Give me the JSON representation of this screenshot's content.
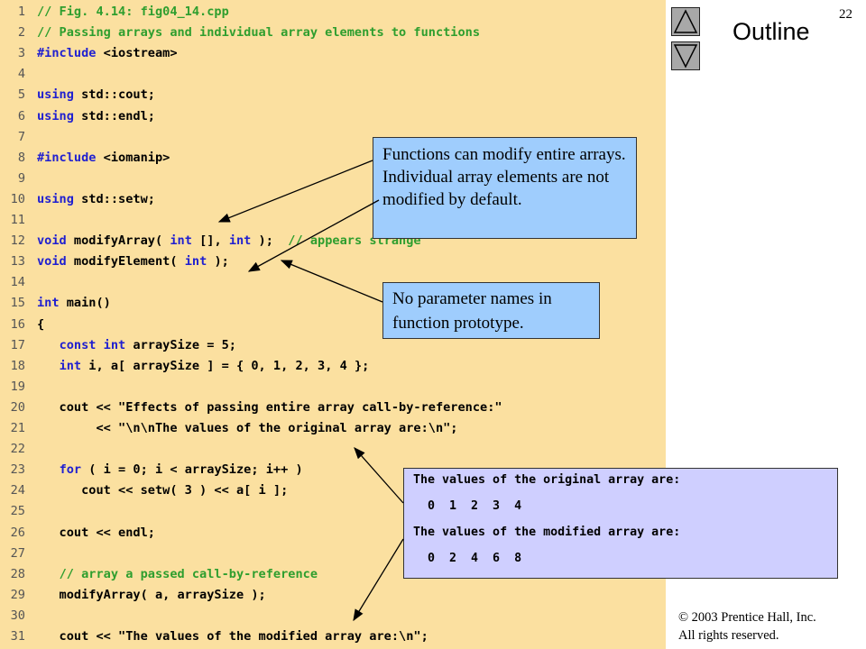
{
  "slide": {
    "number": "22",
    "outline_label": "Outline",
    "copyright_line1": "© 2003 Prentice Hall, Inc.",
    "copyright_line2": "All rights reserved."
  },
  "code_lines": [
    {
      "n": "1",
      "code": "// Fig. 4.14: fig04_14.cpp"
    },
    {
      "n": "2",
      "code": "// Passing arrays and individual array elements to functions"
    },
    {
      "n": "3",
      "code": "#include <iostream>"
    },
    {
      "n": "4",
      "code": ""
    },
    {
      "n": "5",
      "code": "using std::cout;"
    },
    {
      "n": "6",
      "code": "using std::endl;"
    },
    {
      "n": "7",
      "code": ""
    },
    {
      "n": "8",
      "code": "#include <iomanip>"
    },
    {
      "n": "9",
      "code": ""
    },
    {
      "n": "10",
      "code": "using std::setw;"
    },
    {
      "n": "11",
      "code": ""
    },
    {
      "n": "12",
      "code": "void modifyArray( int [], int );  // appears strange"
    },
    {
      "n": "13",
      "code": "void modifyElement( int );"
    },
    {
      "n": "14",
      "code": ""
    },
    {
      "n": "15",
      "code": "int main()"
    },
    {
      "n": "16",
      "code": "{"
    },
    {
      "n": "17",
      "code": "   const int arraySize = 5;"
    },
    {
      "n": "18",
      "code": "   int i, a[ arraySize ] = { 0, 1, 2, 3, 4 };"
    },
    {
      "n": "19",
      "code": ""
    },
    {
      "n": "20",
      "code": "   cout << \"Effects of passing entire array call-by-reference:\""
    },
    {
      "n": "21",
      "code": "        << \"\\n\\nThe values of the original array are:\\n\";"
    },
    {
      "n": "22",
      "code": ""
    },
    {
      "n": "23",
      "code": "   for ( i = 0; i < arraySize; i++ )"
    },
    {
      "n": "24",
      "code": "      cout << setw( 3 ) << a[ i ];"
    },
    {
      "n": "25",
      "code": ""
    },
    {
      "n": "26",
      "code": "   cout << endl;"
    },
    {
      "n": "27",
      "code": ""
    },
    {
      "n": "28",
      "code": "   // array a passed call-by-reference"
    },
    {
      "n": "29",
      "code": "   modifyArray( a, arraySize );"
    },
    {
      "n": "30",
      "code": ""
    },
    {
      "n": "31",
      "code": "   cout << \"The values of the modified array are:\\n\";"
    }
  ],
  "callouts": {
    "functions_modify": "Functions can modify entire arrays.  Individual array elements are not modified by default.",
    "no_param_names": "No parameter names in function prototype."
  },
  "output": {
    "line1": "The values of the original array are:",
    "line2": "  0  1  2  3  4",
    "line3": "The values of the modified array are:",
    "line4": "  0  2  4  6  8"
  },
  "colors": {
    "code_background": "#fbe0a0",
    "callout_background": "#9fcdfd",
    "output_background": "#cfcfff",
    "comment": "#2e9e2e",
    "keyword": "#1f1fd0"
  },
  "icons": {
    "up": "triangle-up-icon",
    "down": "triangle-down-icon"
  }
}
